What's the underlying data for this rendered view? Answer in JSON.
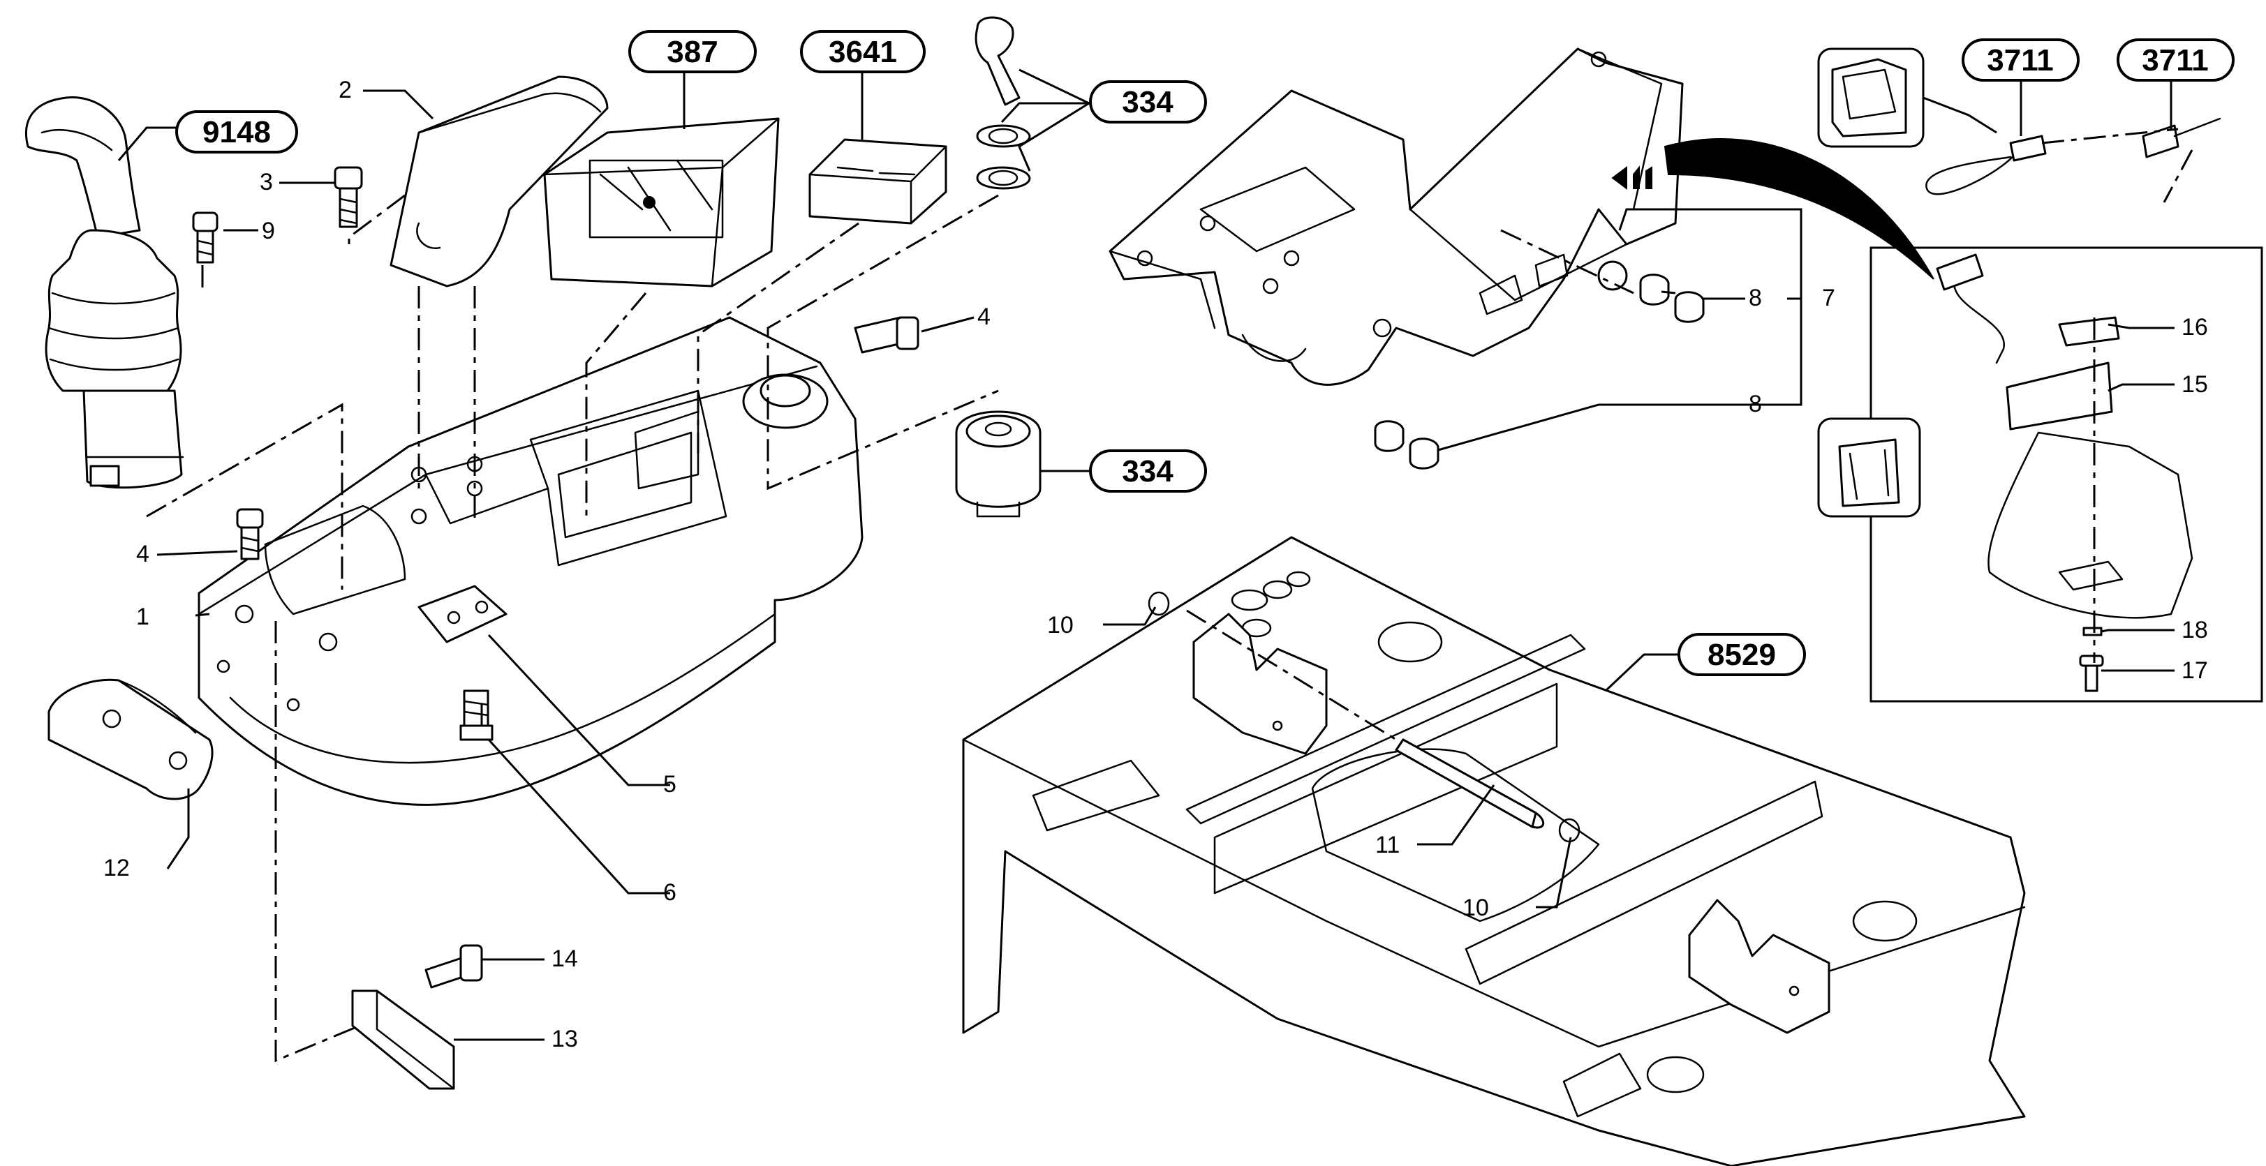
{
  "drawing": {
    "callouts": [
      "1",
      "2",
      "3",
      "4",
      "4",
      "5",
      "6",
      "7",
      "8",
      "8",
      "9",
      "10",
      "10",
      "11",
      "12",
      "13",
      "14",
      "15",
      "16",
      "17",
      "18"
    ],
    "references": [
      "9148",
      "387",
      "3641",
      "334",
      "334",
      "3711",
      "3711",
      "8529"
    ]
  }
}
